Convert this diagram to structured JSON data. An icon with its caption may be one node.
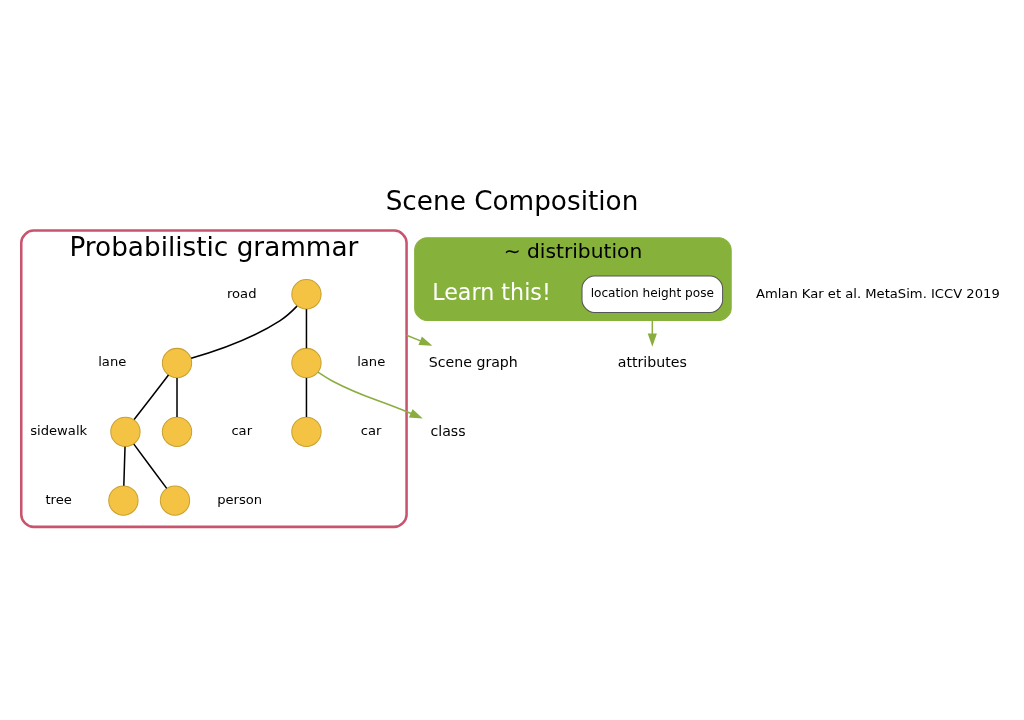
{
  "diagram": {
    "title": "Scene Composition",
    "nodes": [
      {
        "text": [
          "Probabilistic grammar"
        ]
      },
      {
        "text": [],
        "shape": "circle",
        "beside": [
          "road"
        ],
        "in": 0
      },
      {
        "text": [],
        "shape": "circle",
        "beside": [
          "lane"
        ],
        "in": 0
      },
      {
        "text": [],
        "shape": "circle",
        "beside": [
          "lane"
        ],
        "in": 0
      },
      {
        "text": [],
        "shape": "circle",
        "beside": [
          "sidewalk"
        ],
        "in": 0
      },
      {
        "text": [],
        "shape": "circle",
        "beside": [
          "car"
        ],
        "in": 0
      },
      {
        "text": [],
        "shape": "circle",
        "beside": [
          "car"
        ],
        "in": 0
      },
      {
        "text": [],
        "shape": "circle",
        "beside": [
          "tree"
        ],
        "in": 0
      },
      {
        "text": [],
        "shape": "circle",
        "beside": [
          "person"
        ],
        "in": 0
      },
      {
        "text": [
          "Scene graph"
        ]
      },
      {
        "text": [
          "class"
        ]
      },
      {
        "text": [
          "attributes"
        ]
      },
      {
        "text": [
          "∼ distribution",
          "Learn this!"
        ]
      },
      {
        "text": [
          "location height pose"
        ],
        "in": 12
      }
    ],
    "edges": [
      {
        "from": 1,
        "to": 2,
        "arrow": "none"
      },
      {
        "from": 1,
        "to": 3,
        "arrow": "none"
      },
      {
        "from": 2,
        "to": 4,
        "arrow": "none"
      },
      {
        "from": 2,
        "to": 5,
        "arrow": "none"
      },
      {
        "from": 3,
        "to": 6,
        "arrow": "none"
      },
      {
        "from": 4,
        "to": 7,
        "arrow": "none"
      },
      {
        "from": 4,
        "to": 8,
        "arrow": "none"
      },
      {
        "from": 0,
        "to": 9,
        "arrow": "to",
        "color": "#8aad3f"
      },
      {
        "from": 3,
        "to": 10,
        "arrow": "to",
        "color": "#8aad3f"
      },
      {
        "from": 12,
        "to": 11,
        "arrow": "to",
        "color": "#8aad3f"
      }
    ],
    "labels": [
      "Amlan Kar et al. MetaSim. ICCV 2019"
    ]
  }
}
